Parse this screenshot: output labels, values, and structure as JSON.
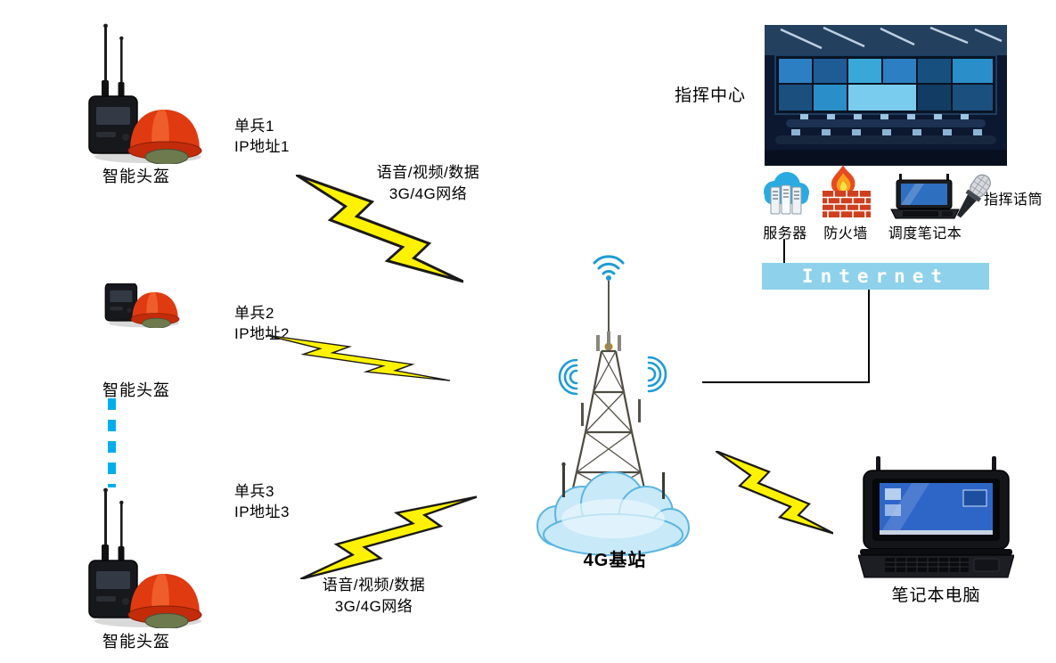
{
  "soldiers": [
    {
      "label": "单兵1",
      "ip": "IP地址1",
      "device_label": "智能头盔"
    },
    {
      "label": "单兵2",
      "ip": "IP地址2",
      "device_label": "智能头盔"
    },
    {
      "label": "单兵3",
      "ip": "IP地址3",
      "device_label": "智能头盔"
    }
  ],
  "wireless_links": {
    "top": {
      "line1": "语音/视频/数据",
      "line2": "3G/4G网络"
    },
    "bottom": {
      "line1": "语音/视频/数据",
      "line2": "3G/4G网络"
    }
  },
  "base_station": {
    "label": "4G基站"
  },
  "command_center": {
    "label": "指挥中心",
    "server_label": "服务器",
    "firewall_label": "防火墙",
    "dispatch_laptop_label": "调度笔记本",
    "mic_label": "指挥话筒",
    "internet_label": "Internet"
  },
  "field_laptop": {
    "label": "笔记本电脑"
  },
  "colors": {
    "lightning_fill": "#fff200",
    "lightning_stroke": "#1a1a1a",
    "internet_bar": "#8ed1ea",
    "dashed_link": "#00aeef",
    "wifi_blue": "#1e9cd7",
    "helmet_red": "#e03a10",
    "cloud_fill": "#c8e9f8",
    "connector_line": "#000000"
  }
}
